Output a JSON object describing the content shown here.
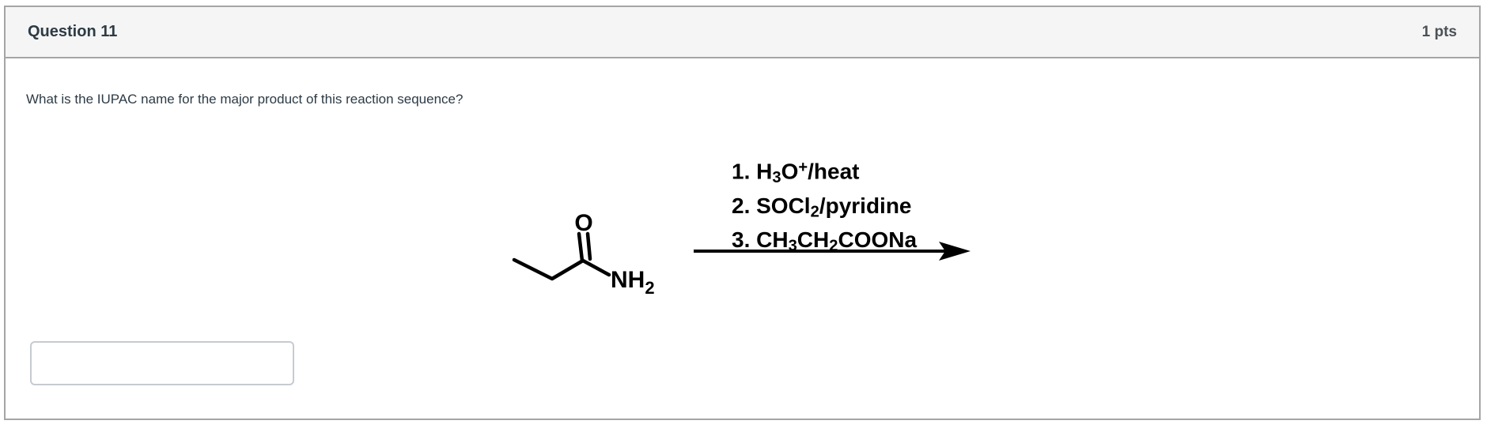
{
  "header": {
    "title": "Question 11",
    "points": "1 pts"
  },
  "question": {
    "prompt": "What is the IUPAC name for the major product of this reaction sequence?"
  },
  "molecule": {
    "structure": "propanamide (CH3CH2C(=O)NH2) skeletal drawing",
    "carbonyl_label": "O",
    "amide_label": "NH",
    "amide_subscript": "2"
  },
  "reaction": {
    "reagents": [
      {
        "segments": [
          {
            "t": "1. H"
          },
          {
            "t": "3",
            "style": "sub"
          },
          {
            "t": "O"
          },
          {
            "t": "+",
            "style": "sup"
          },
          {
            "t": "/heat"
          }
        ]
      },
      {
        "segments": [
          {
            "t": "2. SOCl"
          },
          {
            "t": "2",
            "style": "sub"
          },
          {
            "t": "/pyridine"
          }
        ]
      },
      {
        "segments": [
          {
            "t": "3. CH"
          },
          {
            "t": "3",
            "style": "sub"
          },
          {
            "t": "CH"
          },
          {
            "t": "2",
            "style": "sub"
          },
          {
            "t": "COONa"
          }
        ]
      }
    ]
  },
  "answer": {
    "value": ""
  },
  "colors": {
    "header_bg": "#f5f5f5",
    "card_border": "#a5a5a5",
    "text_dark": "#2d3b45",
    "points_gray": "#4c5156",
    "scheme_black": "#000000",
    "input_border": "#c6cbd1"
  }
}
